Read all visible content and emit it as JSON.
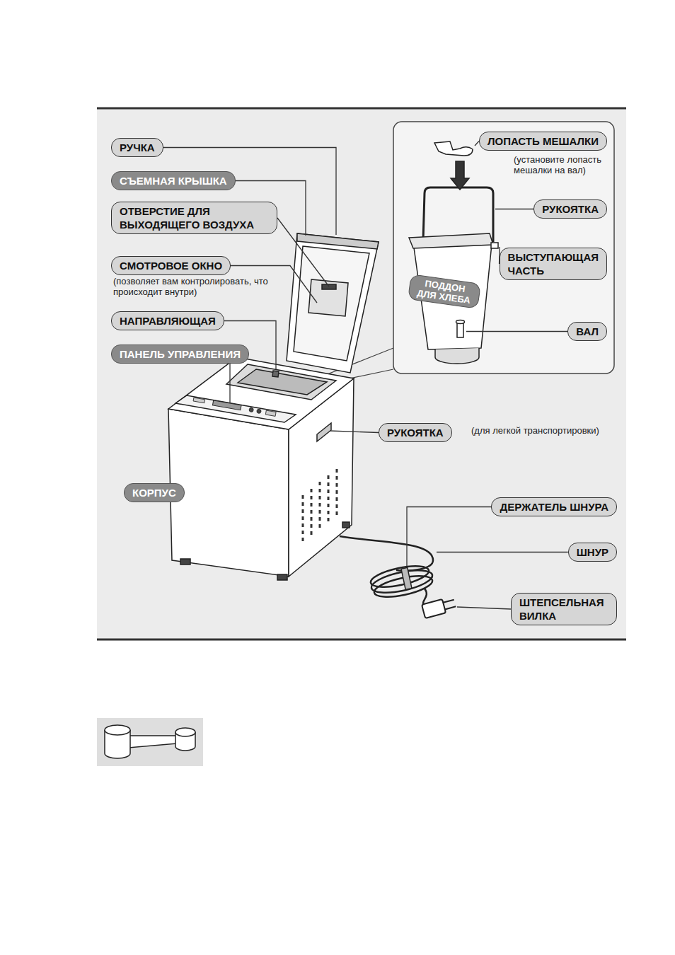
{
  "diagram": {
    "nodes": [
      {
        "text": [
          "РУЧКА"
        ]
      },
      {
        "text": [
          "ЛОПАСТЬ МЕШАЛКИ"
        ]
      },
      {
        "text": [
          "СЪЕМНАЯ КРЫШКА"
        ]
      },
      {
        "text": [
          "РУКОЯТКА"
        ]
      },
      {
        "text": [
          "ОТВЕРСТИЕ ДЛЯ ВЫХОДЯЩЕГО ВОЗДУХА"
        ]
      },
      {
        "text": [
          "ВЫСТУПАЮЩАЯ ЧАСТЬ"
        ]
      },
      {
        "text": [
          "СМОТРОВОЕ ОКНО"
        ]
      },
      {
        "text": [
          "ПОДДОН ДЛЯ ХЛЕБА"
        ]
      },
      {
        "text": [
          "НАПРАВЛЯЮЩАЯ"
        ]
      },
      {
        "text": [
          "ВАЛ"
        ]
      },
      {
        "text": [
          "ПАНЕЛЬ УПРАВЛЕНИЯ"
        ]
      },
      {
        "text": [
          "РУКОЯТКА"
        ]
      },
      {
        "text": [
          "КОРПУС"
        ]
      },
      {
        "text": [
          "ДЕРЖАТЕЛЬ ШНУРА"
        ]
      },
      {
        "text": [
          "ШНУР"
        ]
      },
      {
        "text": [
          "ШТЕПСЕЛЬНАЯ ВИЛКА"
        ]
      }
    ],
    "labels": [
      "(установите лопасть мешалки на вал)",
      "(позволяет вам контролировать, что происходит внутри)",
      "(для легкой транспортировки)"
    ]
  }
}
